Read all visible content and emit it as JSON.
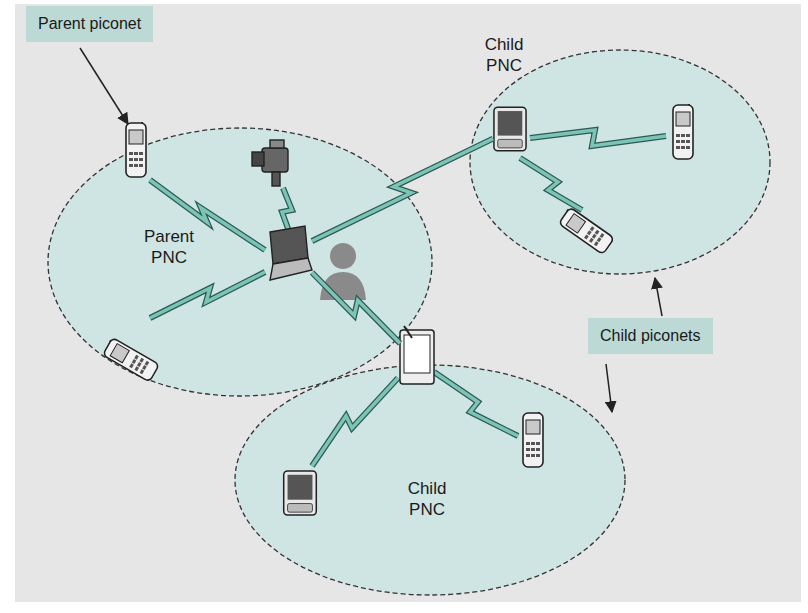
{
  "diagram": {
    "nodes": [
      {
        "text": [
          "Parent PNC"
        ]
      },
      {
        "text": [
          "Child PNC"
        ]
      },
      {
        "text": [
          "Child PNC"
        ]
      }
    ],
    "edges": [
      {
        "from": 0,
        "to": 1,
        "arrow": "none"
      },
      {
        "from": 0,
        "to": 2,
        "arrow": "none"
      }
    ],
    "labels": [
      "Parent piconet",
      "Child piconets"
    ]
  }
}
